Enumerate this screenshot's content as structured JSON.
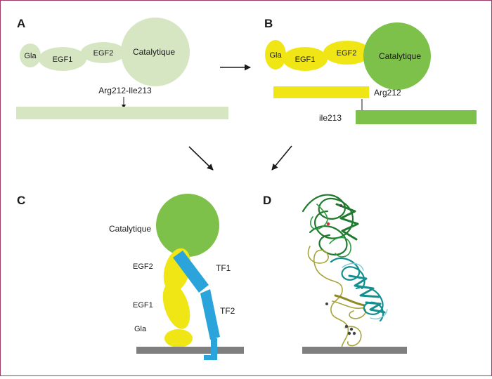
{
  "panels": {
    "A": {
      "letter": "A",
      "domains": {
        "gla": "Gla",
        "egf1": "EGF1",
        "egf2": "EGF2",
        "catalytic": "Catalytique"
      },
      "cleavage_label": "Arg212-Ile213"
    },
    "B": {
      "letter": "B",
      "domains": {
        "gla": "Gla",
        "egf1": "EGF1",
        "egf2": "EGF2",
        "catalytic": "Catalytique"
      },
      "chain_label_top": "Arg212",
      "chain_label_bottom": "ile213"
    },
    "C": {
      "letter": "C",
      "domains": {
        "catalytic": "Catalytique",
        "egf2": "EGF2",
        "egf1": "EGF1",
        "gla": "Gla"
      },
      "tf1": "TF1",
      "tf2": "TF2"
    },
    "D": {
      "letter": "D"
    }
  },
  "colors": {
    "light_green": "#d6e6c3",
    "green": "#7dc04a",
    "yellow": "#f0e616",
    "blue": "#2aa4da",
    "gray": "#7f7f7f",
    "frame": "#9c3b66",
    "ribbon_dark_green": "#1f7a2e",
    "ribbon_teal": "#138f8f",
    "ribbon_olive": "#a6a43a"
  }
}
